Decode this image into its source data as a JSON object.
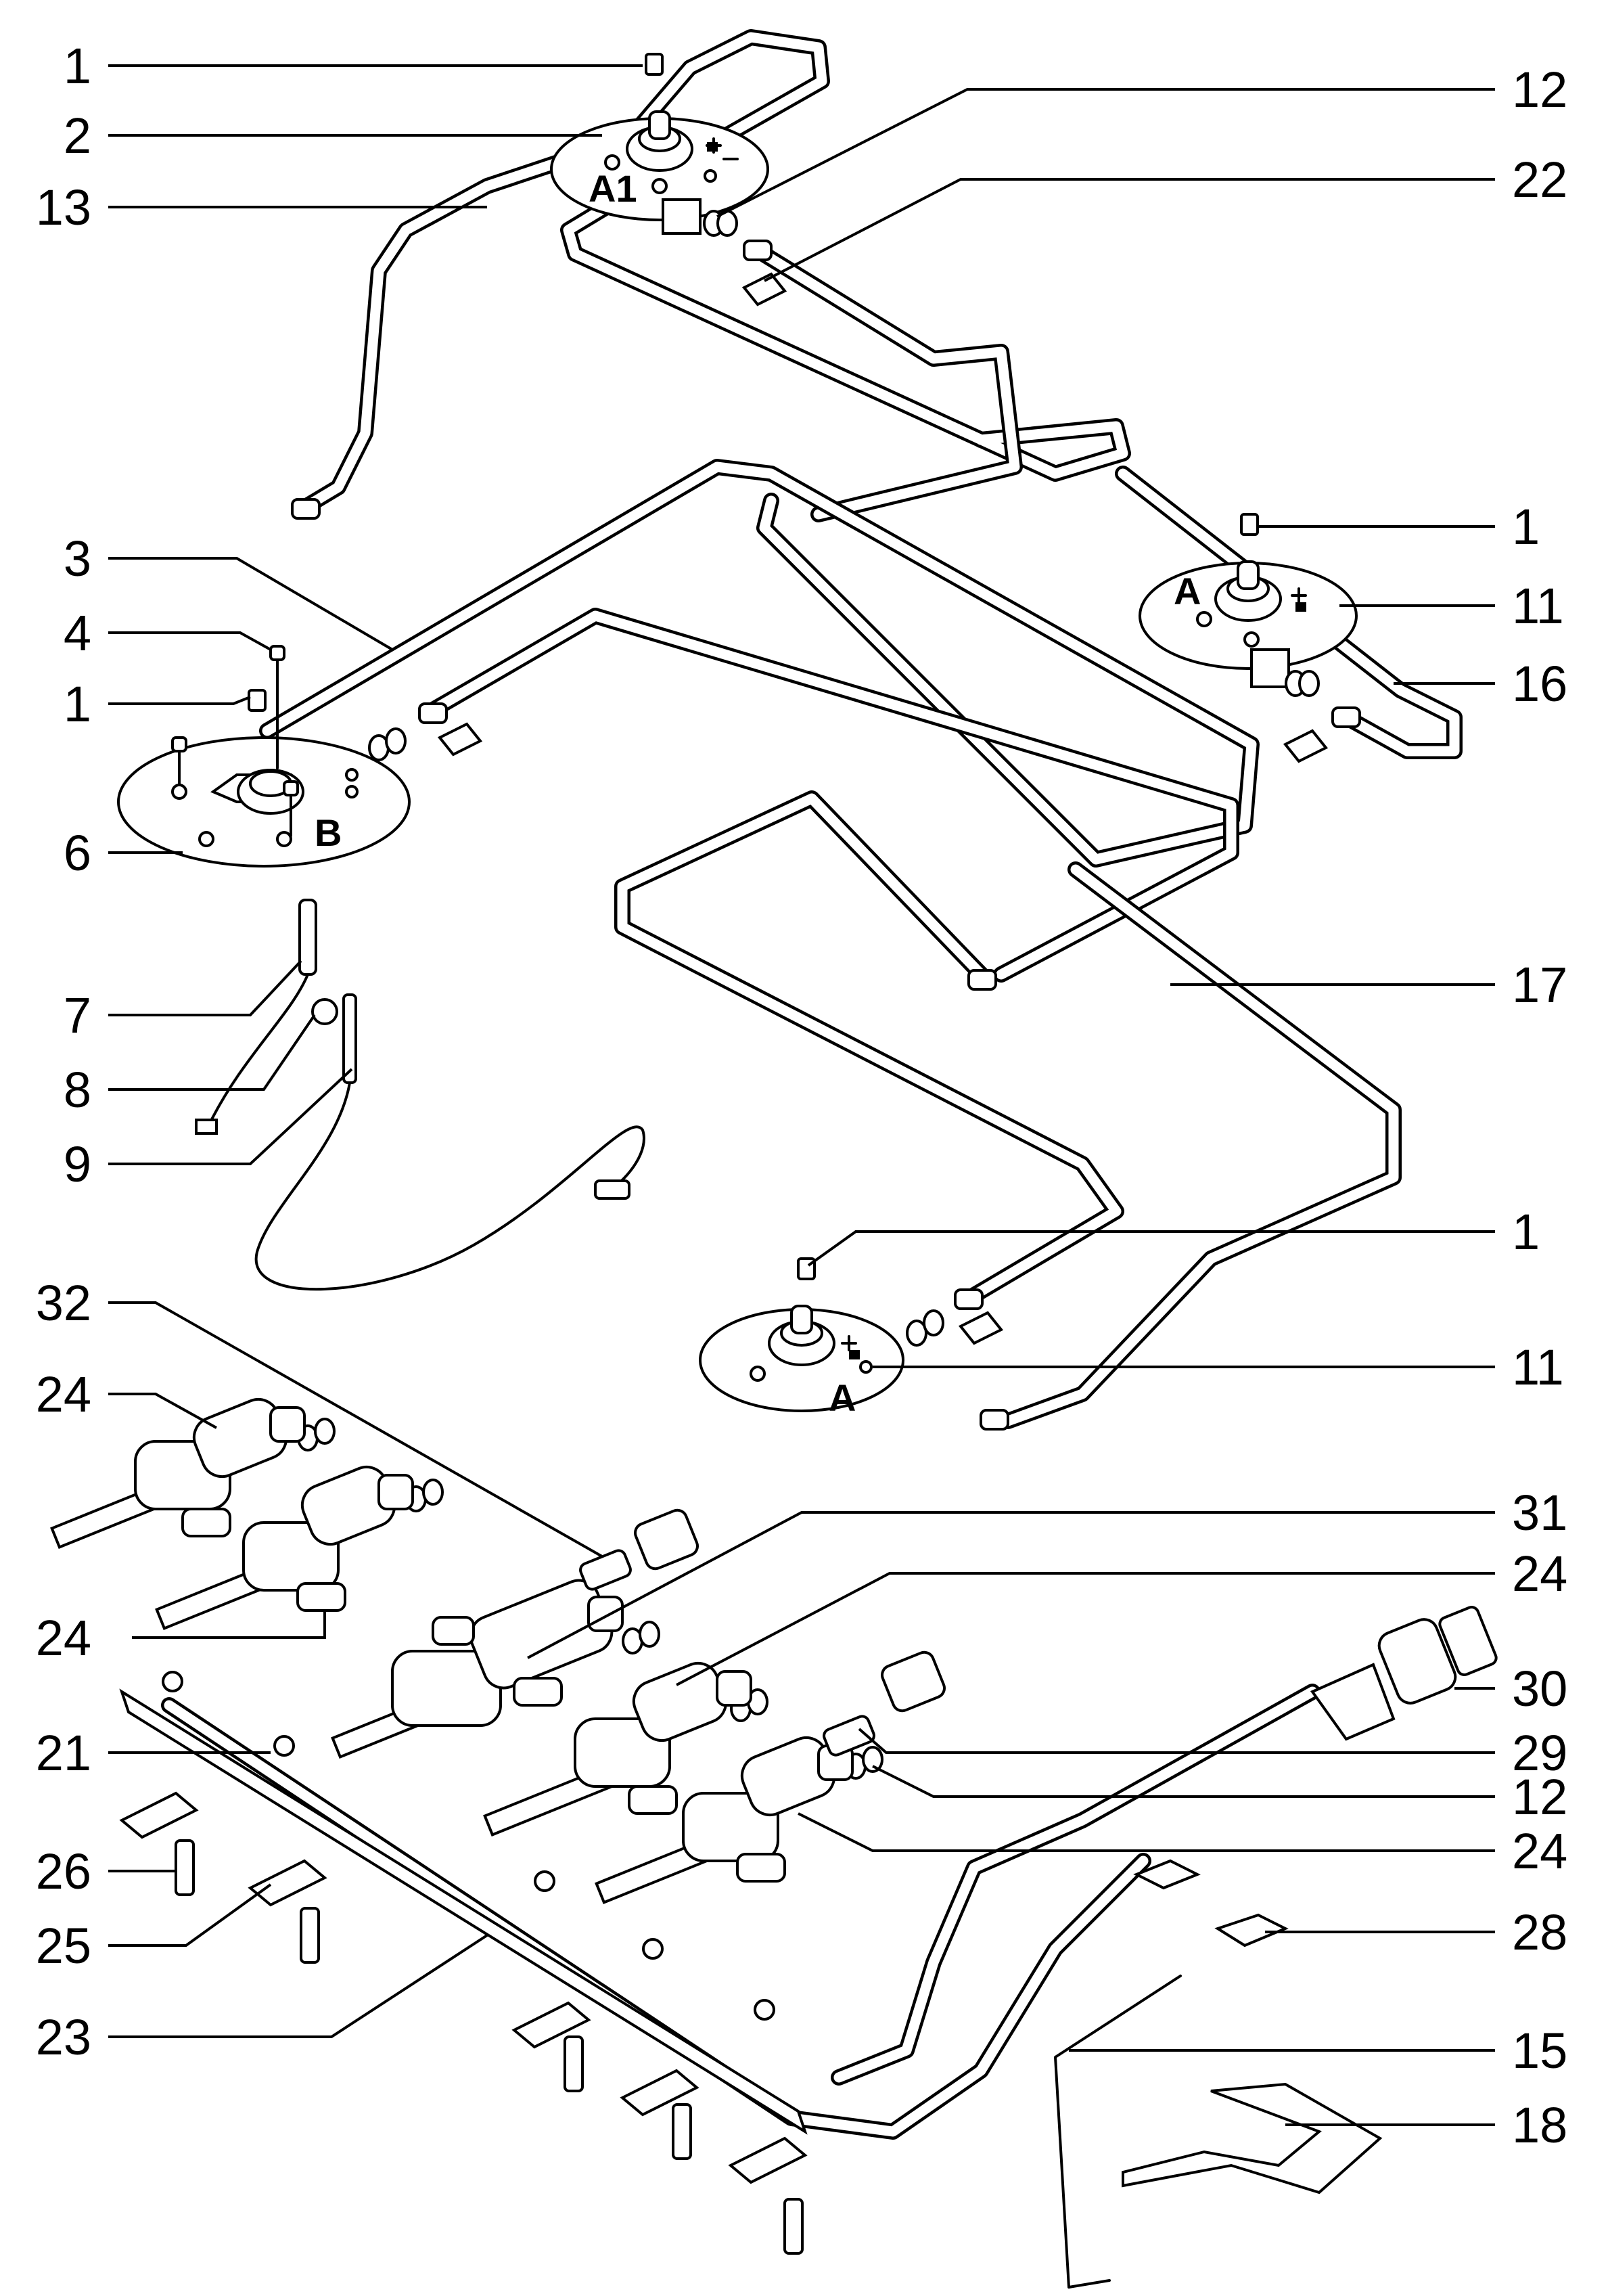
{
  "callouts_left": [
    {
      "label": "1"
    },
    {
      "label": "2"
    },
    {
      "label": "13"
    },
    {
      "label": "3"
    },
    {
      "label": "4"
    },
    {
      "label": "1"
    },
    {
      "label": "6"
    },
    {
      "label": "7"
    },
    {
      "label": "8"
    },
    {
      "label": "9"
    },
    {
      "label": "32"
    },
    {
      "label": "24"
    },
    {
      "label": "24"
    },
    {
      "label": "21"
    },
    {
      "label": "26"
    },
    {
      "label": "25"
    },
    {
      "label": "23"
    }
  ],
  "callouts_right": [
    {
      "label": "12"
    },
    {
      "label": "22"
    },
    {
      "label": "1"
    },
    {
      "label": "11"
    },
    {
      "label": "16"
    },
    {
      "label": "17"
    },
    {
      "label": "1"
    },
    {
      "label": "11"
    },
    {
      "label": "31"
    },
    {
      "label": "24"
    },
    {
      "label": "30"
    },
    {
      "label": "29"
    },
    {
      "label": "12"
    },
    {
      "label": "24"
    },
    {
      "label": "28"
    },
    {
      "label": "15"
    },
    {
      "label": "18"
    }
  ],
  "burner_markers": [
    {
      "label": "A1"
    },
    {
      "label": "A"
    },
    {
      "label": "B"
    },
    {
      "label": "A"
    }
  ]
}
